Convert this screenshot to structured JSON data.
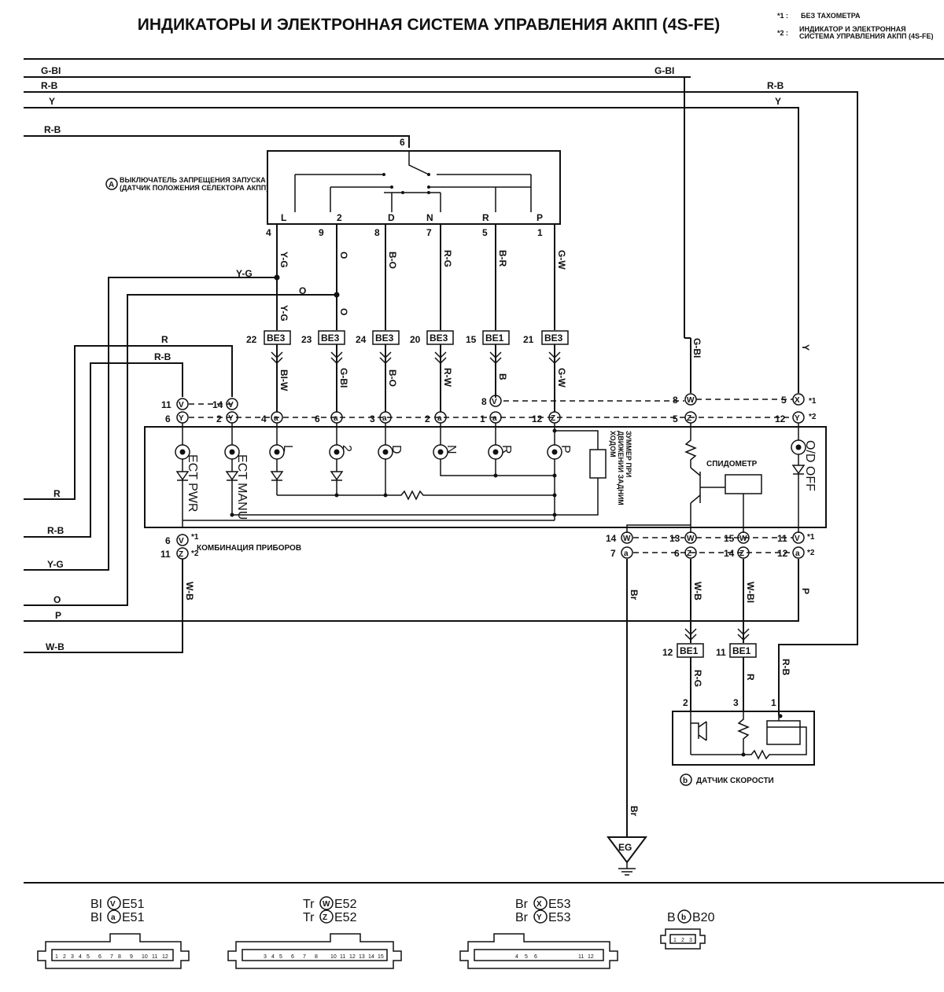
{
  "title": "ИНДИКАТОРЫ И ЭЛЕКТРОННАЯ СИСТЕМА УПРАВЛЕНИЯ АКПП (4S-FE)",
  "notes": [
    {
      "mark": "*1 :",
      "text": "БЕЗ ТАХОМЕТРА"
    },
    {
      "mark": "*2 :",
      "text": "ИНДИКАТОР И ЭЛЕКТРОННАЯ СИСТЕМА УПРАВЛЕНИЯ АКПП (4S-FE)"
    }
  ],
  "components": {
    "switch_marker": "A",
    "switch_label": "ВЫКЛЮЧАТЕЛЬ ЗАПРЕЩЕНИЯ ЗАПУСКА (ДАТЧИК ПОЛОЖЕНИЯ СЕЛЕКТОРА АКПП)",
    "switch_positions": [
      "L",
      "2",
      "D",
      "N",
      "R",
      "P"
    ],
    "switch_pins": [
      "4",
      "9",
      "8",
      "7",
      "5",
      "1"
    ],
    "switch_common_pin": "6",
    "cluster_label": "КОМБИНАЦИЯ ПРИБОРОВ",
    "speedometer_label": "СПИДОМЕТР",
    "buzzer_label": "ЗУММЕР ПРИ ДВИЖЕНИИ ЗАДНИМ ХОДОМ",
    "sensor_marker": "b",
    "sensor_label": "ДАТЧИК СКОРОСТИ",
    "sensor_pins": [
      "2",
      "3",
      "1"
    ],
    "ground_label": "EG",
    "lamps": [
      "ECT PWR",
      "ECT MANU",
      "L",
      "2",
      "D",
      "N",
      "R",
      "P",
      "O/D OFF"
    ]
  },
  "wires_left": [
    "G-BI",
    "R-B",
    "Y",
    "R-B",
    "R",
    "R-B",
    "Y-G",
    "O",
    "P",
    "W-B"
  ],
  "wires_switch": [
    "Y-G",
    "O",
    "B-O",
    "R-G",
    "B-R",
    "G-W"
  ],
  "wires_top_right": [
    "G-BI",
    "R-B",
    "Y"
  ],
  "wire_inner": {
    "r": "R",
    "rb": "R-B",
    "yg": "Y-G",
    "o": "O",
    "gbi": "G-BI",
    "y": "Y",
    "p": "P",
    "wb": "W-B"
  },
  "be3_connectors": [
    {
      "pin": "22",
      "name": "BE3",
      "wire": "BI-W"
    },
    {
      "pin": "23",
      "name": "BE3",
      "wire": "G-BI"
    },
    {
      "pin": "24",
      "name": "BE3",
      "wire": "B-O"
    },
    {
      "pin": "20",
      "name": "BE3",
      "wire": "R-W"
    },
    {
      "pin": "15",
      "name": "BE1",
      "wire": "B"
    },
    {
      "pin": "21",
      "name": "BE3",
      "wire": "G-W"
    }
  ],
  "cluster_pins_top_row1": [
    "11",
    "14",
    "8",
    "8",
    "5"
  ],
  "cluster_pins_top_row2": [
    "6",
    "2",
    "4",
    "6",
    "3",
    "2",
    "1",
    "12",
    "5",
    "12"
  ],
  "cluster_pins_bottom_row1": [
    "6",
    "14",
    "13",
    "15",
    "11"
  ],
  "cluster_pins_bottom_row2": [
    "11",
    "7",
    "6",
    "14",
    "12"
  ],
  "circle_letters": [
    "V",
    "Y",
    "a",
    "W",
    "Z",
    "X"
  ],
  "star_marks": [
    "*1",
    "*2"
  ],
  "lower_wires": {
    "br": "Br",
    "wb": "W-B",
    "wbi": "W-BI",
    "p": "P",
    "rg": "R-G",
    "r": "R",
    "rb": "R-B"
  },
  "be1_connectors": [
    {
      "pin": "12",
      "name": "BE1"
    },
    {
      "pin": "11",
      "name": "BE1"
    }
  ],
  "legend_connectors": [
    {
      "lines": [
        {
          "color": "BI",
          "letter": "V",
          "code": "E51"
        },
        {
          "color": "BI",
          "letter": "a",
          "code": "E51"
        }
      ],
      "pins": [
        "1",
        "2",
        "3",
        "4",
        "5",
        "6",
        "7",
        "8",
        "9",
        "10",
        "11",
        "12"
      ]
    },
    {
      "lines": [
        {
          "color": "Tr",
          "letter": "W",
          "code": "E52"
        },
        {
          "color": "Tr",
          "letter": "Z",
          "code": "E52"
        }
      ],
      "pins": [
        "3",
        "4",
        "5",
        "6",
        "7",
        "8",
        "10",
        "11",
        "12",
        "13",
        "14",
        "15"
      ]
    },
    {
      "lines": [
        {
          "color": "Br",
          "letter": "X",
          "code": "E53"
        },
        {
          "color": "Br",
          "letter": "Y",
          "code": "E53"
        }
      ],
      "pins": [
        "4",
        "5",
        "6",
        "11",
        "12"
      ]
    },
    {
      "lines": [
        {
          "color": "B",
          "letter": "b",
          "code": "B20"
        }
      ],
      "pins": [
        "1",
        "2",
        "3"
      ]
    }
  ]
}
